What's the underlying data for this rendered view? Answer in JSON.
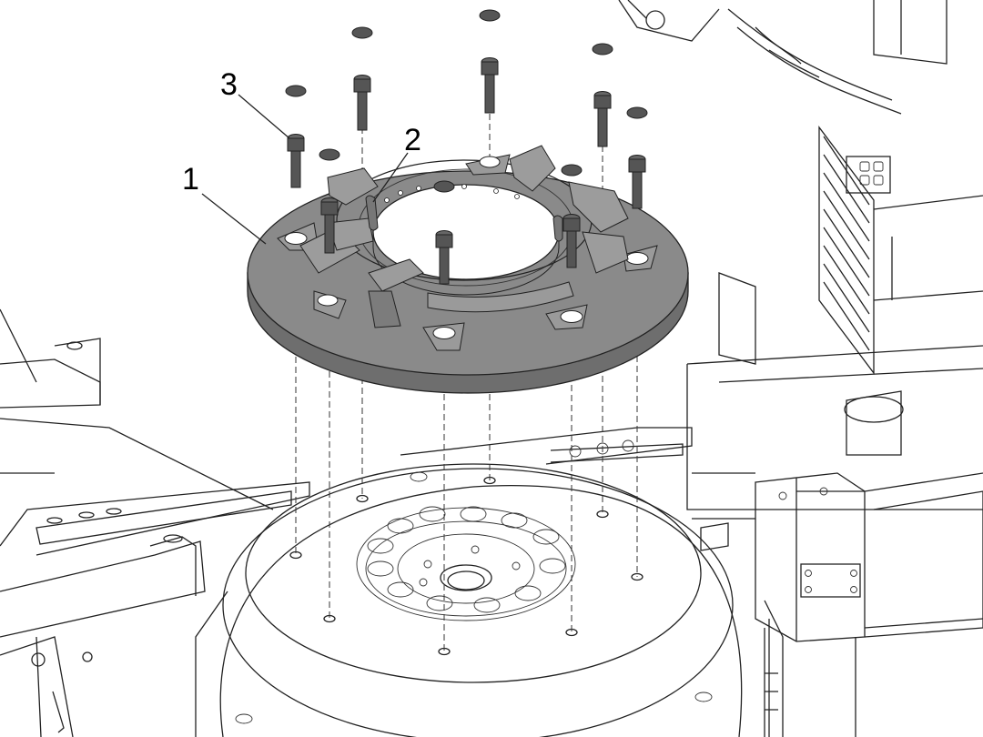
{
  "diagram": {
    "type": "exploded-assembly-illustration",
    "callouts": [
      {
        "id": "callout-1",
        "label": "1"
      },
      {
        "id": "callout-2",
        "label": "2"
      },
      {
        "id": "callout-3",
        "label": "3"
      }
    ],
    "colors": {
      "line": "#222222",
      "part_fill": "#8a8a8a",
      "part_fill_dark": "#6e6e6e",
      "bolt_fill": "#555555",
      "background": "#ffffff"
    }
  }
}
